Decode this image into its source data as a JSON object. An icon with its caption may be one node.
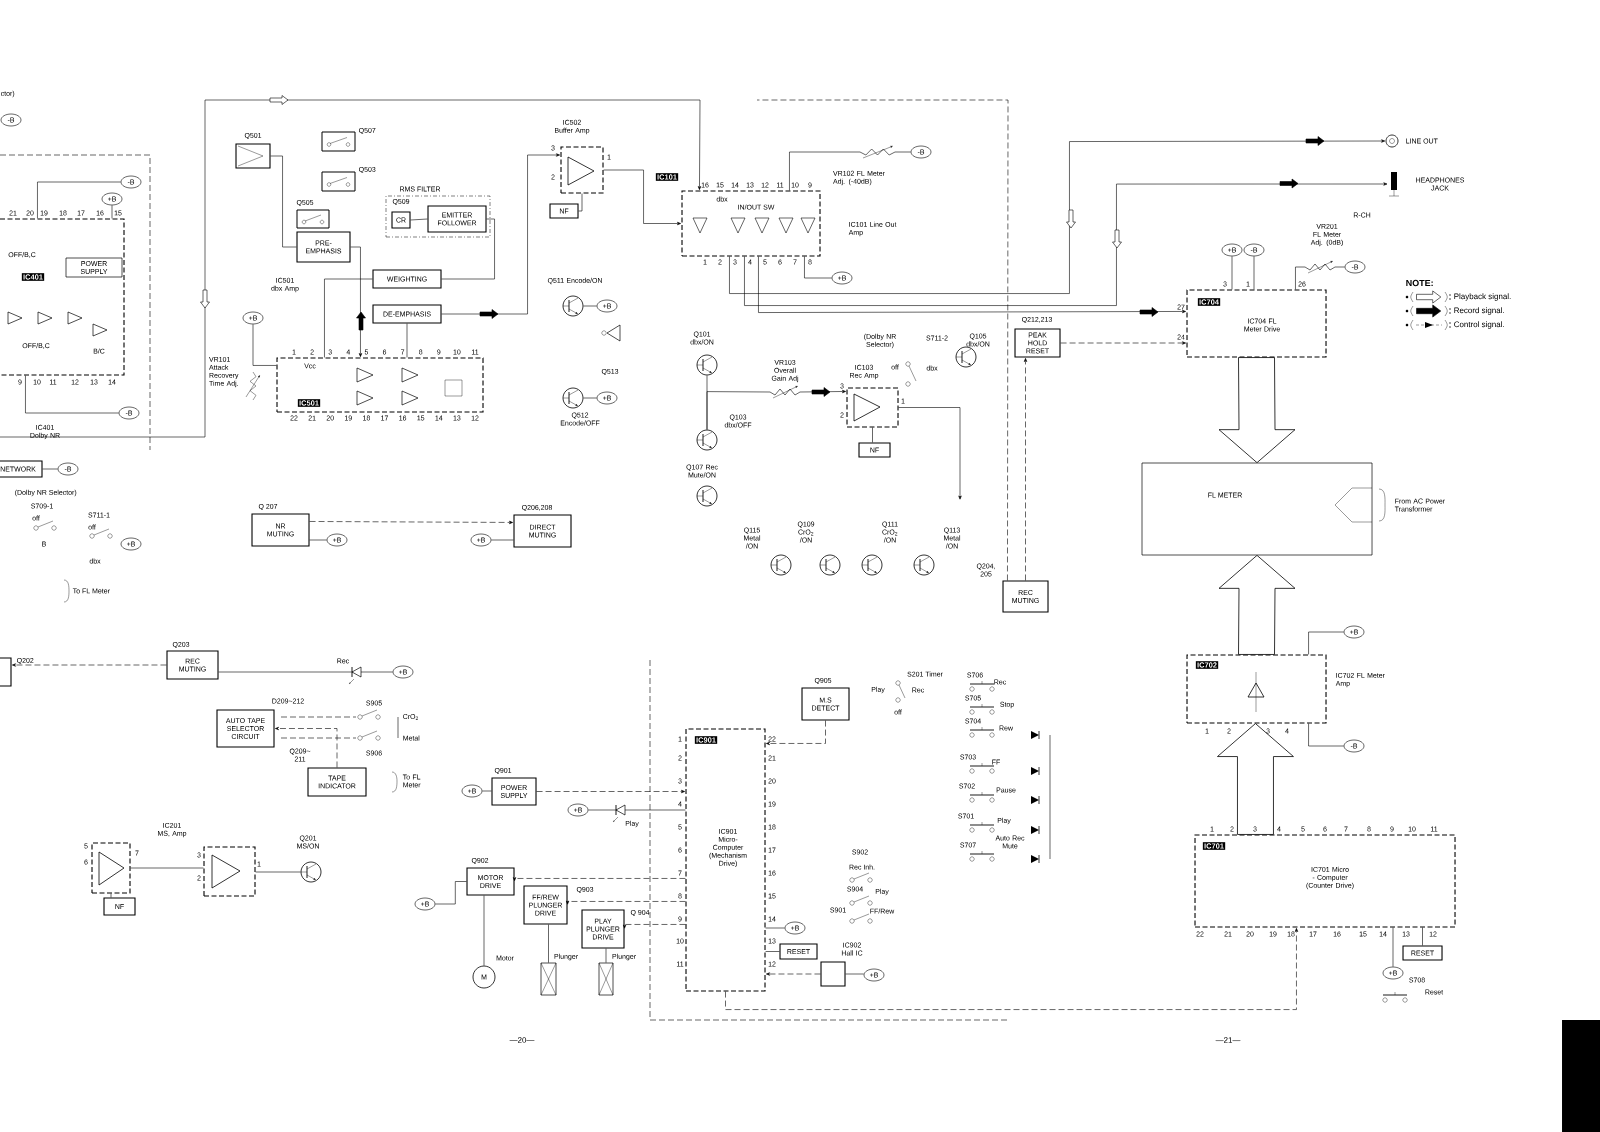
{
  "diagram": {
    "nodes": [
      {
        "text": [
          "IC401"
        ]
      },
      {
        "text": [
          "POWER SUPPLY"
        ],
        "in": 0
      },
      {
        "text": [
          "NETWORK"
        ],
        "beside": [
          "(Dolby NR Selector)"
        ]
      },
      {
        "text": [],
        "shape": "box",
        "beside": [
          "Q501"
        ]
      },
      {
        "text": [
          "RMS FILTER"
        ]
      },
      {
        "text": [
          "CR"
        ],
        "in": 4,
        "beside": [
          "Q509"
        ]
      },
      {
        "text": [
          "EMITTER FOLLOWER"
        ],
        "in": 4
      },
      {
        "text": [
          "PRE- EMPHASIS"
        ]
      },
      {
        "text": [
          "WEIGHTING"
        ]
      },
      {
        "text": [
          "DE-EMPHASIS"
        ]
      },
      {
        "text": [
          "IC501"
        ]
      },
      {
        "text": [],
        "shape": "box",
        "beside": [
          "IC502 Buffer Amp"
        ]
      },
      {
        "text": [
          "NF"
        ]
      },
      {
        "text": [
          "IC101"
        ]
      },
      {
        "text": [],
        "shape": "circle",
        "beside": [
          "LINE OUT"
        ]
      },
      {
        "text": [],
        "shape": "picture",
        "beside": [
          "HEADPHONES JACK"
        ]
      },
      {
        "text": [
          "PEAK HOLD RESET"
        ],
        "beside": [
          "Q212,213"
        ]
      },
      {
        "text": [
          "IC704",
          "IC704 FL Meter Drive"
        ]
      },
      {
        "text": [
          "FL METER"
        ]
      },
      {
        "text": [
          "IC702"
        ],
        "beside": [
          "IC702 FL Meter Amp"
        ]
      },
      {
        "text": [
          "IC701",
          "IC701 Micro - Computer (Counter Drive)"
        ]
      },
      {
        "text": [
          "RESET"
        ]
      },
      {
        "text": [
          "NR MUTING"
        ],
        "beside": [
          "Q 207"
        ]
      },
      {
        "text": [
          "DIRECT MUTING"
        ],
        "beside": [
          "Q206,208"
        ]
      },
      {
        "text": [
          "REC MUTING"
        ],
        "beside": [
          "Q204, 205"
        ]
      },
      {
        "text": [
          "REC MUTING"
        ],
        "beside": [
          "Q203"
        ]
      },
      {
        "text": [],
        "shape": "box",
        "beside": [
          "Q202"
        ]
      },
      {
        "text": [
          "AUTO TAPE SELECTOR CIRCUIT"
        ]
      },
      {
        "text": [
          "TAPE INDICATOR"
        ],
        "beside": [
          "Q209~ 211"
        ]
      },
      {
        "text": [
          "POWER SUPPLY"
        ],
        "beside": [
          "Q901"
        ]
      },
      {
        "text": [
          "MOTOR DRIVE"
        ],
        "beside": [
          "Q902"
        ]
      },
      {
        "text": [
          "FF/REW PLUNGER DRIVE"
        ],
        "beside": [
          "Q903"
        ]
      },
      {
        "text": [
          "PLAY PLUNGER DRIVE"
        ],
        "beside": [
          "Q 904"
        ]
      },
      {
        "text": [
          "IC901",
          "IC901 Micro- Computer (Mechanism Drive)"
        ]
      },
      {
        "text": [
          "M.S DETECT"
        ],
        "beside": [
          "Q905"
        ]
      },
      {
        "text": [
          "RESET"
        ]
      },
      {
        "text": [],
        "shape": "box",
        "beside": [
          "IC902 Hall IC"
        ]
      },
      {
        "text": [],
        "shape": "box"
      },
      {
        "text": [
          "NF"
        ]
      },
      {
        "text": [],
        "shape": "box"
      },
      {
        "text": [
          "M"
        ],
        "beside": [
          "Motor"
        ]
      },
      {
        "text": [],
        "shape": "box",
        "beside": [
          "Plunger"
        ]
      },
      {
        "text": [],
        "shape": "box",
        "beside": [
          "Plunger"
        ]
      },
      {
        "text": [
          "NF"
        ]
      },
      {
        "text": [],
        "shape": "box",
        "beside": [
          "IC103 Rec Amp"
        ]
      },
      {
        "text": [
          "-B"
        ]
      },
      {
        "text": [
          "-B"
        ]
      },
      {
        "text": [
          "+B"
        ]
      },
      {
        "text": [
          "-B"
        ]
      },
      {
        "text": [
          "-B"
        ]
      },
      {
        "text": [
          "+B"
        ]
      },
      {
        "text": [
          "+B"
        ]
      },
      {
        "text": [
          "+B"
        ]
      },
      {
        "text": [
          "+B"
        ]
      },
      {
        "text": [
          "+B"
        ]
      },
      {
        "text": [
          "+B"
        ]
      },
      {
        "text": [
          "-B"
        ]
      },
      {
        "text": [
          "+B"
        ]
      },
      {
        "text": [
          "+B"
        ]
      },
      {
        "text": [
          "-B"
        ]
      },
      {
        "text": [
          "-B"
        ]
      },
      {
        "text": [
          "+B"
        ]
      },
      {
        "text": [
          "-B"
        ]
      },
      {
        "text": [
          "+B"
        ]
      },
      {
        "text": [
          "+B"
        ]
      },
      {
        "text": [
          "+B"
        ]
      },
      {
        "text": [
          "+B"
        ]
      },
      {
        "text": [
          "+B"
        ]
      },
      {
        "text": [
          "+B"
        ]
      },
      {
        "text": [
          "+B"
        ]
      },
      {
        "text": [],
        "shape": "transistor"
      },
      {
        "text": [],
        "shape": "transistor"
      },
      {
        "text": [],
        "shape": "transistor"
      },
      {
        "text": [],
        "shape": "transistor"
      },
      {
        "text": [],
        "shape": "transistor"
      },
      {
        "text": [],
        "shape": "transistor"
      },
      {
        "text": [],
        "shape": "transistor"
      },
      {
        "text": [],
        "shape": "transistor"
      },
      {
        "text": [],
        "shape": "transistor"
      },
      {
        "text": [],
        "shape": "transistor"
      },
      {
        "text": [],
        "shape": "transistor"
      }
    ],
    "edges": [
      {
        "from": 3,
        "to": 7,
        "arrow": "none"
      },
      {
        "from": 7,
        "to": 10,
        "arrow": "to"
      },
      {
        "from": 5,
        "to": 6,
        "arrow": "none"
      },
      {
        "from": 6,
        "to": 8,
        "arrow": "none"
      },
      {
        "from": 8,
        "to": 10,
        "arrow": "none"
      },
      {
        "from": 9,
        "to": 10,
        "arrow": "none"
      },
      {
        "from": 9,
        "to": 11,
        "arrow": "to"
      },
      {
        "from": 11,
        "to": 12,
        "arrow": "none"
      },
      {
        "from": 11,
        "to": 13,
        "arrow": "to"
      },
      {
        "from": 13,
        "to": 14,
        "arrow": "to"
      },
      {
        "from": 13,
        "to": 15,
        "arrow": "to"
      },
      {
        "from": 13,
        "to": 17,
        "arrow": "to"
      },
      {
        "from": 16,
        "to": 17,
        "arrow": "to",
        "style": "dashed"
      },
      {
        "from": 17,
        "to": 18,
        "arrow": "to",
        "style": "thick"
      },
      {
        "from": 19,
        "to": 18,
        "arrow": "to",
        "style": "thick"
      },
      {
        "from": 20,
        "to": 19,
        "arrow": "to",
        "style": "thick"
      },
      {
        "from": 20,
        "to": 21,
        "arrow": "none"
      },
      {
        "from": 44,
        "to": 43,
        "arrow": "none"
      },
      {
        "from": 24,
        "to": 16,
        "arrow": "to",
        "style": "dashed"
      },
      {
        "from": 22,
        "to": 23,
        "arrow": "to",
        "style": "dashed"
      },
      {
        "from": 25,
        "to": 26,
        "arrow": "to",
        "style": "dashed"
      },
      {
        "from": 28,
        "to": 27,
        "arrow": "to",
        "style": "dashed"
      },
      {
        "from": 34,
        "to": 33,
        "arrow": "to",
        "style": "dashed"
      },
      {
        "from": 33,
        "to": 35,
        "arrow": "none"
      },
      {
        "from": 36,
        "to": 33,
        "arrow": "to",
        "style": "dashed"
      },
      {
        "from": 33,
        "to": 20,
        "arrow": "to",
        "style": "dashed"
      },
      {
        "from": 30,
        "to": 40,
        "arrow": "none"
      },
      {
        "from": 31,
        "to": 41,
        "arrow": "none"
      },
      {
        "from": 32,
        "to": 42,
        "arrow": "none"
      },
      {
        "from": 33,
        "to": 32,
        "arrow": "to",
        "style": "dashed"
      },
      {
        "from": 33,
        "to": 31,
        "arrow": "to",
        "style": "dashed"
      },
      {
        "from": 33,
        "to": 30,
        "arrow": "to",
        "style": "dashed"
      },
      {
        "from": 29,
        "to": 33,
        "arrow": "to",
        "style": "dashed"
      },
      {
        "from": 37,
        "to": 38,
        "arrow": "none"
      },
      {
        "from": 37,
        "to": 39,
        "arrow": "none"
      },
      {
        "from": 2,
        "to": 49,
        "arrow": "none"
      },
      {
        "from": 22,
        "to": 51,
        "arrow": "none"
      },
      {
        "from": 52,
        "to": 23,
        "arrow": "none"
      },
      {
        "from": 13,
        "to": 57,
        "arrow": "none"
      },
      {
        "from": 17,
        "to": 58,
        "arrow": "none"
      },
      {
        "from": 17,
        "to": 59,
        "arrow": "none"
      },
      {
        "from": 19,
        "to": 61,
        "arrow": "none"
      },
      {
        "from": 19,
        "to": 62,
        "arrow": "none"
      },
      {
        "from": 20,
        "to": 63,
        "arrow": "none"
      },
      {
        "from": 33,
        "to": 68,
        "arrow": "none"
      },
      {
        "from": 36,
        "to": 69,
        "arrow": "none"
      },
      {
        "from": 65,
        "to": 29,
        "arrow": "none"
      },
      {
        "from": 0,
        "to": 46,
        "arrow": "none"
      },
      {
        "from": 0,
        "to": 47,
        "arrow": "none"
      },
      {
        "from": 0,
        "to": 48,
        "arrow": "none"
      },
      {
        "from": 67,
        "to": 30,
        "arrow": "none"
      },
      {
        "from": null,
        "to": 13,
        "arrow": "to"
      },
      {
        "from": 53,
        "to": 10,
        "arrow": "none"
      },
      {
        "from": 13,
        "to": 56,
        "arrow": "none"
      },
      {
        "from": 17,
        "to": 60,
        "arrow": "none"
      },
      {
        "from": 33,
        "to": 66,
        "arrow": "none"
      },
      {
        "from": 72,
        "to": 73,
        "arrow": "none"
      },
      {
        "from": 73,
        "to": 44,
        "arrow": "to"
      },
      {
        "from": 70,
        "to": 54,
        "arrow": "none"
      },
      {
        "from": 71,
        "to": 55,
        "arrow": "none"
      },
      {
        "from": 39,
        "to": 80,
        "arrow": "none"
      },
      {
        "from": 44,
        "to": null,
        "arrow": "to"
      },
      {
        "from": 25,
        "to": 64,
        "arrow": "none"
      },
      {
        "from": 24,
        "to": null,
        "arrow": "none",
        "style": "dashed"
      }
    ],
    "labels": [
      "ctor)",
      "VR101 Attack Recovery Time Adj.",
      "Q507",
      "Q503",
      "Q505",
      "Q511 Encode/ON",
      "Q513",
      "Q512 Encode/OFF",
      "Q101 dbx/ON",
      "Q103 dbx/OFF",
      "Q107 Rec Mute/ON",
      "VR103 Overall Gain Adj",
      "(Dolby NR Selector)",
      "S711-2",
      "off",
      "dbx",
      "Q105 dbx/ON",
      "VR102 FL Meter Adj. (-40dB)",
      "VR201 FL Meter Adj. (0dB)",
      "R-CH",
      "Q115 Metal /ON",
      "Q109 CrO$_{2}$ /ON",
      "Q111 CrO$_{2}$ /ON",
      "Q113 Metal /ON",
      "From AC Power Transformer",
      "S709-1",
      "S711-1",
      "off",
      "off",
      "B",
      "dbx",
      "To FL Meter",
      "Rec",
      "D209~212",
      "S905",
      "CrO$_{2}$",
      "Metal",
      "S906",
      "To FL Meter",
      "Q201 MS/ON",
      "Play",
      "S201 Timer",
      "Play",
      "Rec",
      "off",
      "S706",
      "Rec",
      "S705",
      "Stop",
      "S704",
      "Rew",
      "S703",
      "FF",
      "S702",
      "Pause",
      "S701",
      "Play",
      "S707",
      "Auto Rec Mute",
      "S902",
      "Rec Inh.",
      "S904",
      "Play",
      "S901",
      "FF/Rew",
      "S708",
      "Reset",
      "NOTE:",
      "—20—",
      "—21—",
      "dbx",
      "IN/OUT SW",
      "OFF/B,C",
      "OFF/B,C",
      "B/C",
      "Vcc",
      "21",
      "20",
      "19",
      "18",
      "17",
      "16",
      "15",
      "9",
      "10",
      "11",
      "12",
      "13",
      "14",
      "1",
      "2",
      "3",
      "4",
      "5",
      "6",
      "7",
      "8",
      "9",
      "10",
      "11",
      "22",
      "21",
      "20",
      "19",
      "18",
      "17",
      "16",
      "15",
      "14",
      "13",
      "12",
      "3",
      "2",
      "1",
      "16",
      "15",
      "14",
      "13",
      "12",
      "11",
      "10",
      "9",
      "1",
      "2",
      "3",
      "4",
      "5",
      "6",
      "7",
      "8",
      "3",
      "2",
      "1",
      "3",
      "1",
      "26",
      "27",
      "24",
      "1",
      "2",
      "3",
      "4",
      "1",
      "2",
      "3",
      "4",
      "5",
      "6",
      "7",
      "8",
      "9",
      "10",
      "11",
      "22",
      "21",
      "20",
      "19",
      "18",
      "17",
      "16",
      "15",
      "14",
      "13",
      "12",
      "1",
      "2",
      "3",
      "4",
      "5",
      "6",
      "7",
      "8",
      "9",
      "10",
      "11",
      "22",
      "21",
      "20",
      "19",
      "18",
      "17",
      "16",
      "15",
      "14",
      "13",
      "12",
      "5",
      "6",
      "7",
      "3",
      "2",
      "1",
      "IC401 Dolby NR",
      "IC501 dbx Amp",
      "IC101 Line Out Amp",
      "IC201 MS, Amp"
    ],
    "legend": [
      {
        "text": "Playback signal."
      },
      {
        "text": "Record signal."
      },
      {
        "text": "Control signal."
      }
    ]
  }
}
